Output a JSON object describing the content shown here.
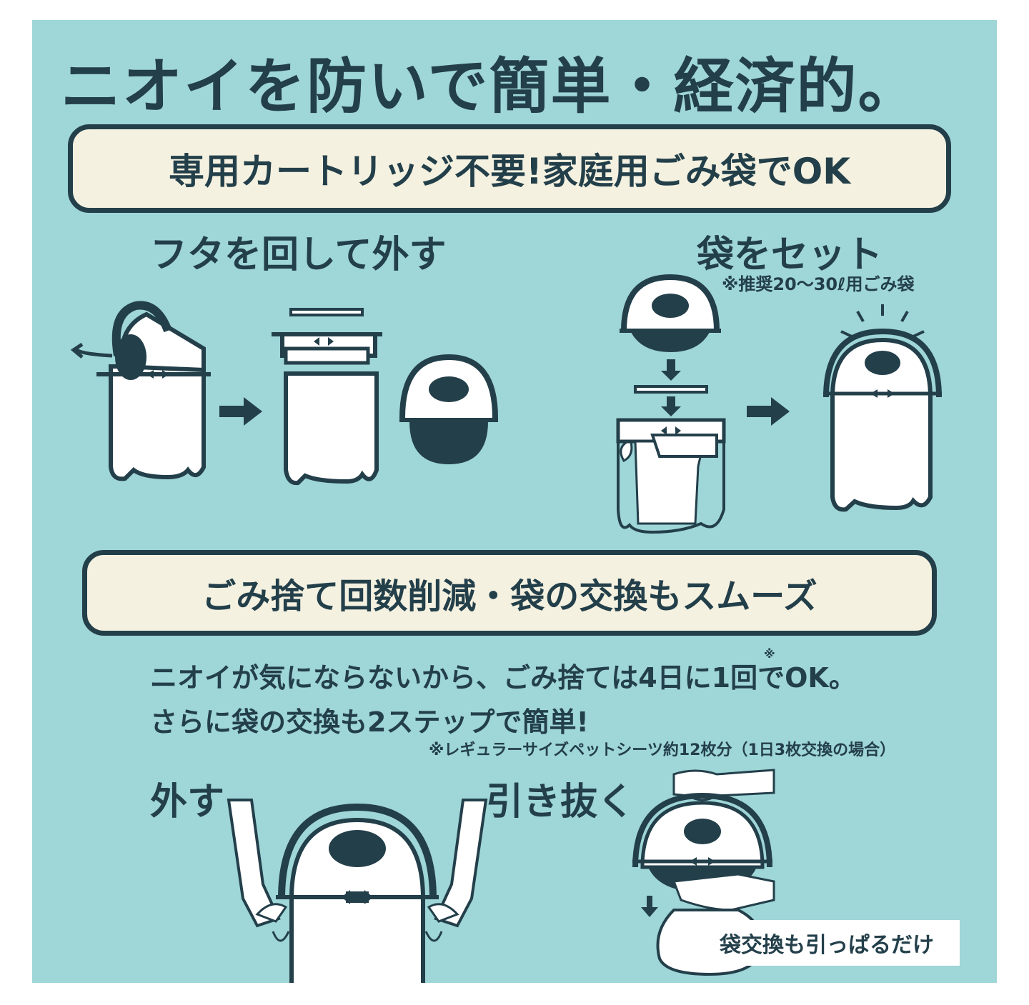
{
  "title": "ニオイを防いで簡単・経済的。",
  "banner_top": "専用カートリッジ不要!家庭用ごみ袋でOK",
  "step_remove_lid": "フタを回して外す",
  "step_set_bag": "袋をセット",
  "bag_note": "※推奨20〜30ℓ用ごみ袋",
  "banner_bottom": "ごみ捨て回数削減・袋の交換もスムーズ",
  "desc_line1": "ニオイが気にならないから、ごみ捨ては4日に1回でOK。",
  "desc_mark": "※",
  "desc_line2": "さらに袋の交換も2ステップで簡単!",
  "desc_footnote": "※レギュラーサイズペットシーツ約12枚分（1日3枚交換の場合）",
  "step_take_off": "外す",
  "step_pull_out": "引き抜く",
  "pull_caption": "袋交換も引っぱるだけ",
  "colors": {
    "panel": "#9fd6d8",
    "ink": "#233f4a",
    "banner": "#f4f1e0",
    "white": "#ffffff"
  }
}
